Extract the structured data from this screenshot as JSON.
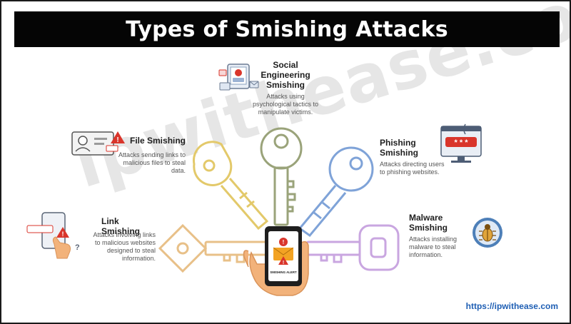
{
  "title": "Types of Smishing Attacks",
  "watermark": "ipwithease.com",
  "footer": {
    "url": "https://ipwithease.com"
  },
  "center_phone": {
    "label": "SMISHING ALERT"
  },
  "attacks": {
    "social": {
      "title_lines": [
        "Social",
        "Engineering",
        "Smishing"
      ],
      "desc_lines": [
        "Attacks using",
        "psychological tactics to",
        "manipulate victims."
      ],
      "key_color": "#9aa37a"
    },
    "file": {
      "title": "File Smishing",
      "desc_lines": [
        "Attacks sending links to",
        "malicious files to steal",
        "data."
      ],
      "key_color": "#e3c96a"
    },
    "phishing": {
      "title_lines": [
        "Phishing",
        "Smishing"
      ],
      "desc_lines": [
        "Attacks directing users",
        "to phishing websites."
      ],
      "key_color": "#7fa3d8"
    },
    "link": {
      "title": "Link Smishing",
      "desc_lines": [
        "Attacks involving links",
        "to malicious websites",
        "designed to steal",
        "information."
      ],
      "key_color": "#e8c088"
    },
    "malware": {
      "title_lines": [
        "Malware",
        "Smishing"
      ],
      "desc_lines": [
        "Attacks installing",
        "malware to steal",
        "information."
      ],
      "key_color": "#c9a6e0"
    }
  },
  "icons": {
    "social": "phone-hacker-icon",
    "file": "id-card-warning-icon",
    "phishing": "password-monitor-icon",
    "link": "phone-spam-url-icon",
    "malware": "bug-icon"
  }
}
